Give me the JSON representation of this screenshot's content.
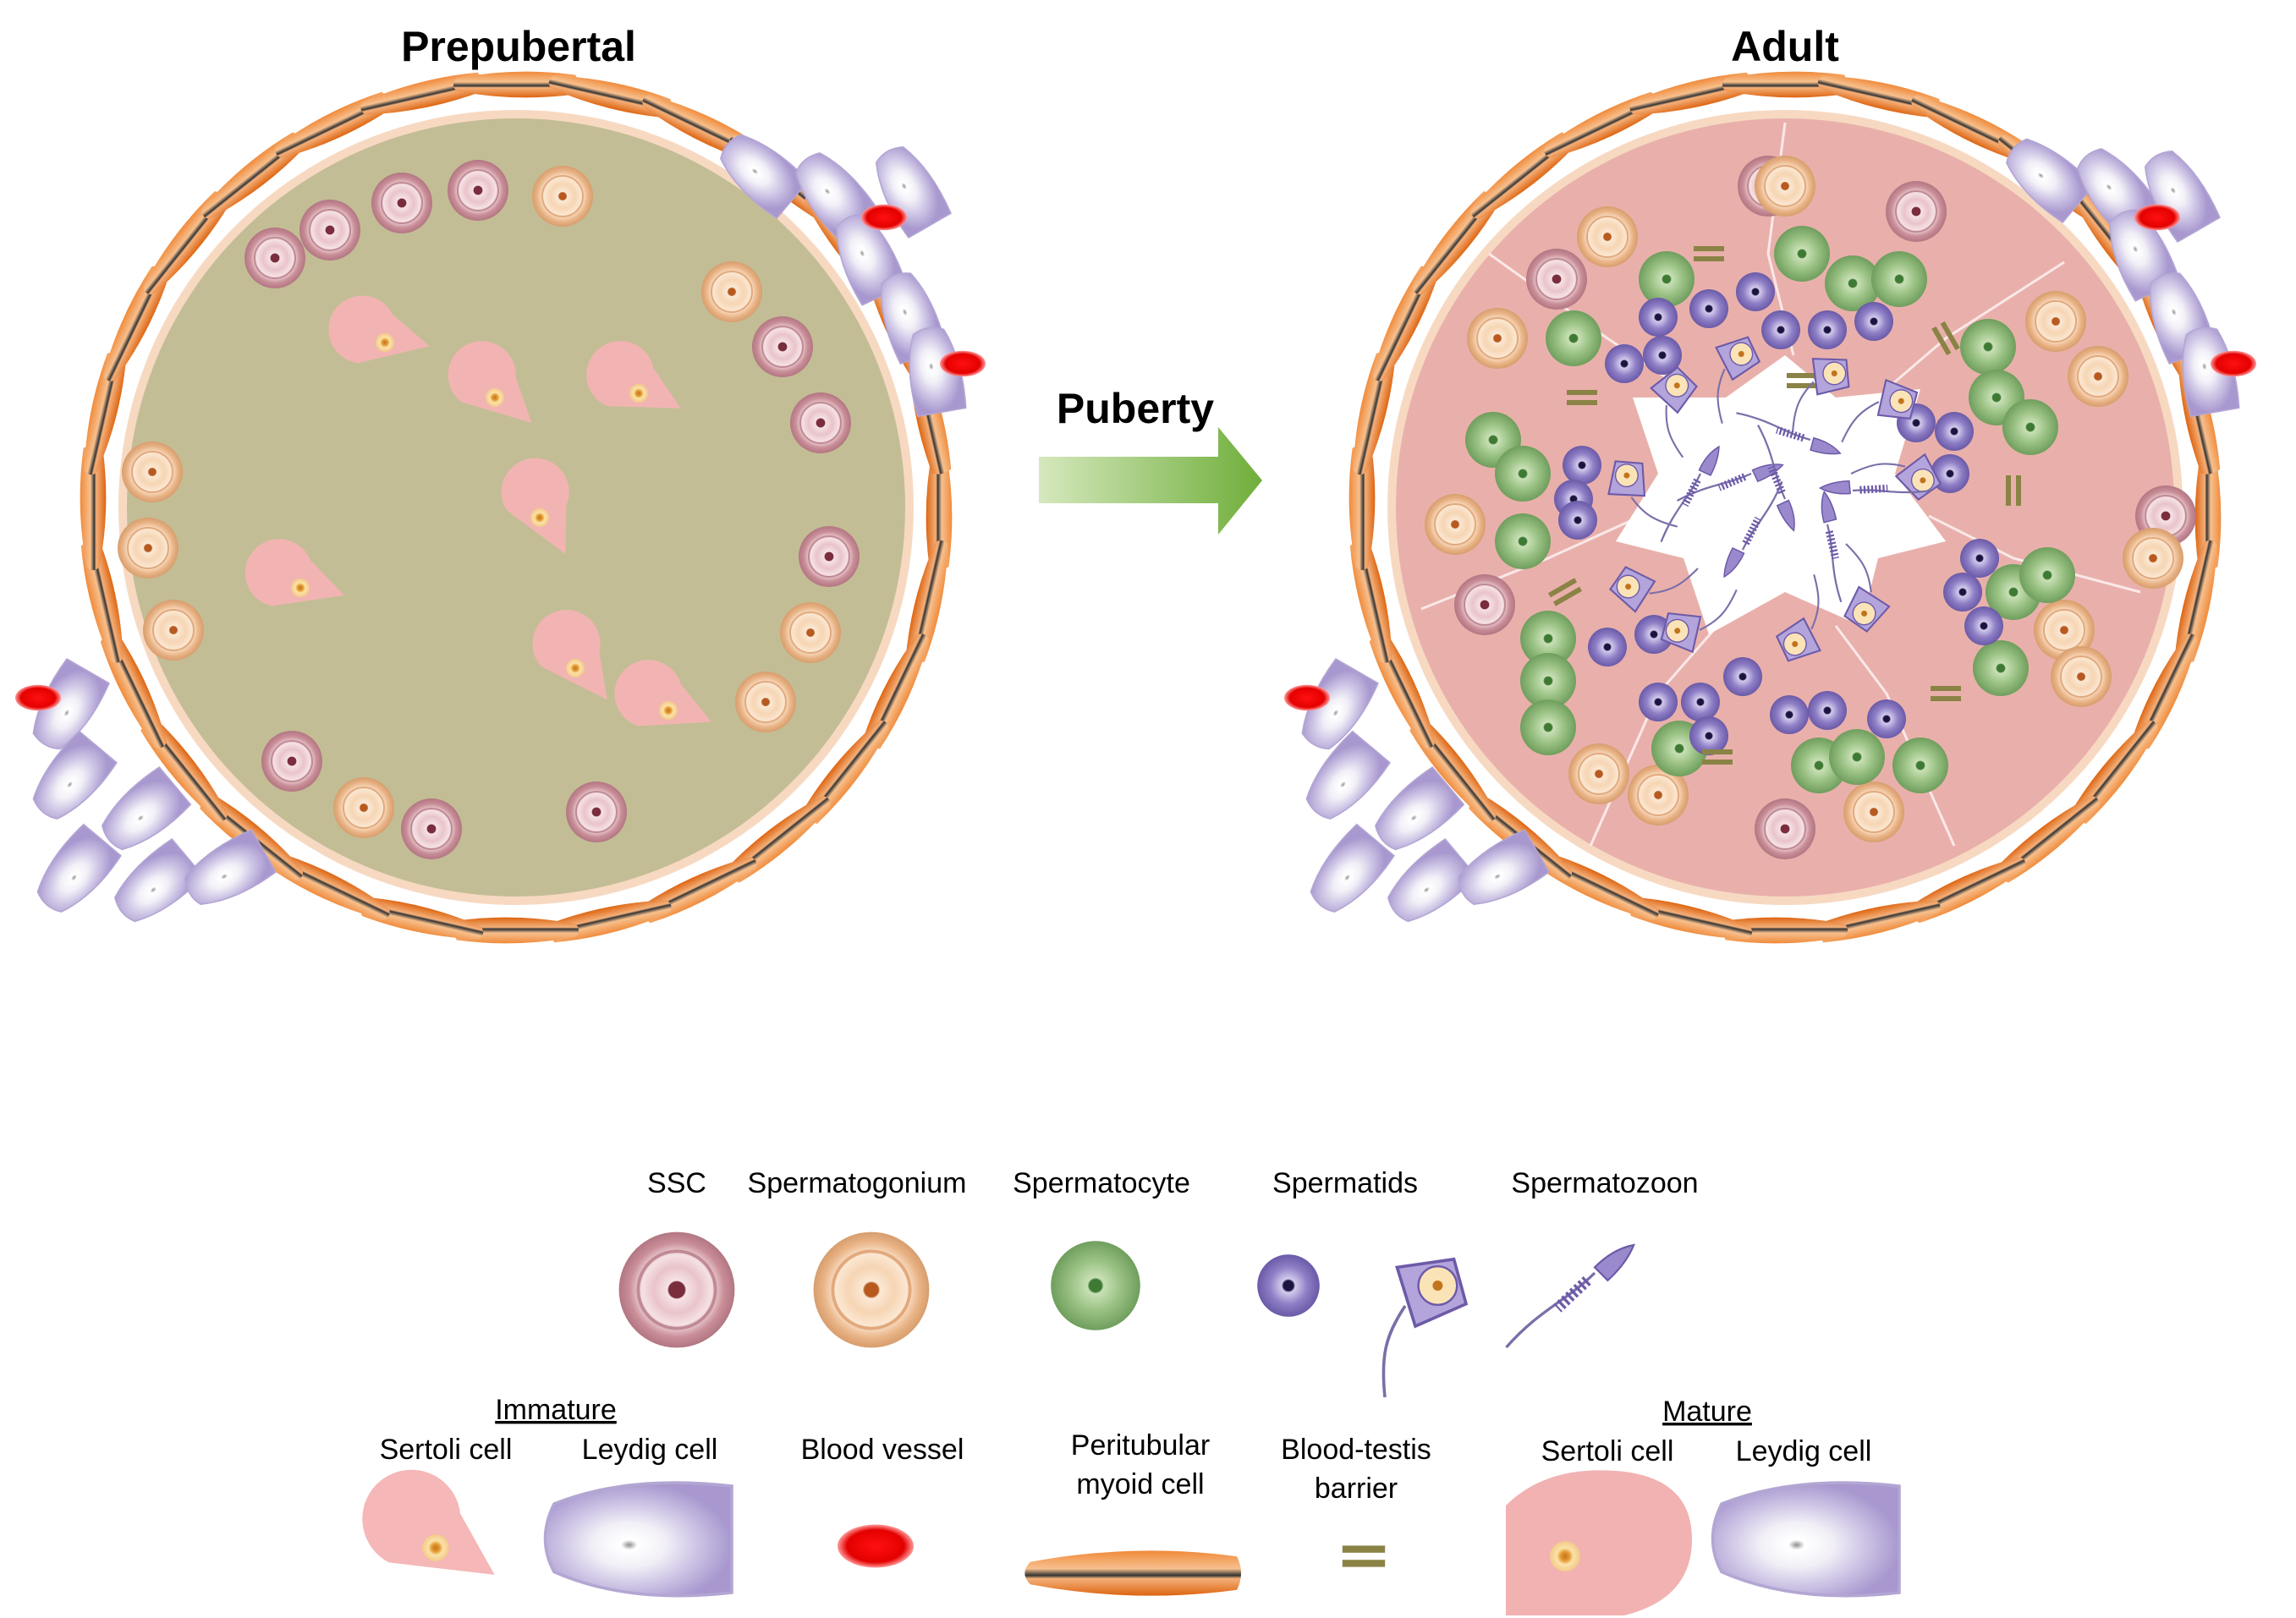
{
  "titles": {
    "left": "Prepubertal",
    "right": "Adult",
    "arrow": "Puberty"
  },
  "legend": {
    "row1": {
      "ssc": "SSC",
      "spermatogonium": "Spermatogonium",
      "spermatocyte": "Spermatocyte",
      "spermatids": "Spermatids",
      "spermatozoon": "Spermatozoon"
    },
    "row2": {
      "immature": "Immature",
      "immature_sertoli": "Sertoli cell",
      "immature_leydig": "Leydig cell",
      "blood_vessel": "Blood vessel",
      "peritubular_l1": "Peritubular",
      "peritubular_l2": "myoid cell",
      "btb_l1": "Blood-testis",
      "btb_l2": "barrier",
      "mature": "Mature",
      "mature_sertoli": "Sertoli cell",
      "mature_leydig": "Leydig cell"
    }
  },
  "colors": {
    "peritubular": "#e8731f",
    "lumen_prepubertal": "#c5bf98",
    "lumen_adult": "#eab1ac",
    "ssc": "#d7a6ae",
    "spermatogonium": "#f3c9a0",
    "spermatocyte": "#93bb7d",
    "spermatid": "#8d7bc0",
    "sertoli": "#f2b2b2",
    "leydig": "#b7a9d6",
    "blood_vessel": "#e8000c",
    "btb": "#8a8345",
    "arrow": "#8fbe5a"
  }
}
